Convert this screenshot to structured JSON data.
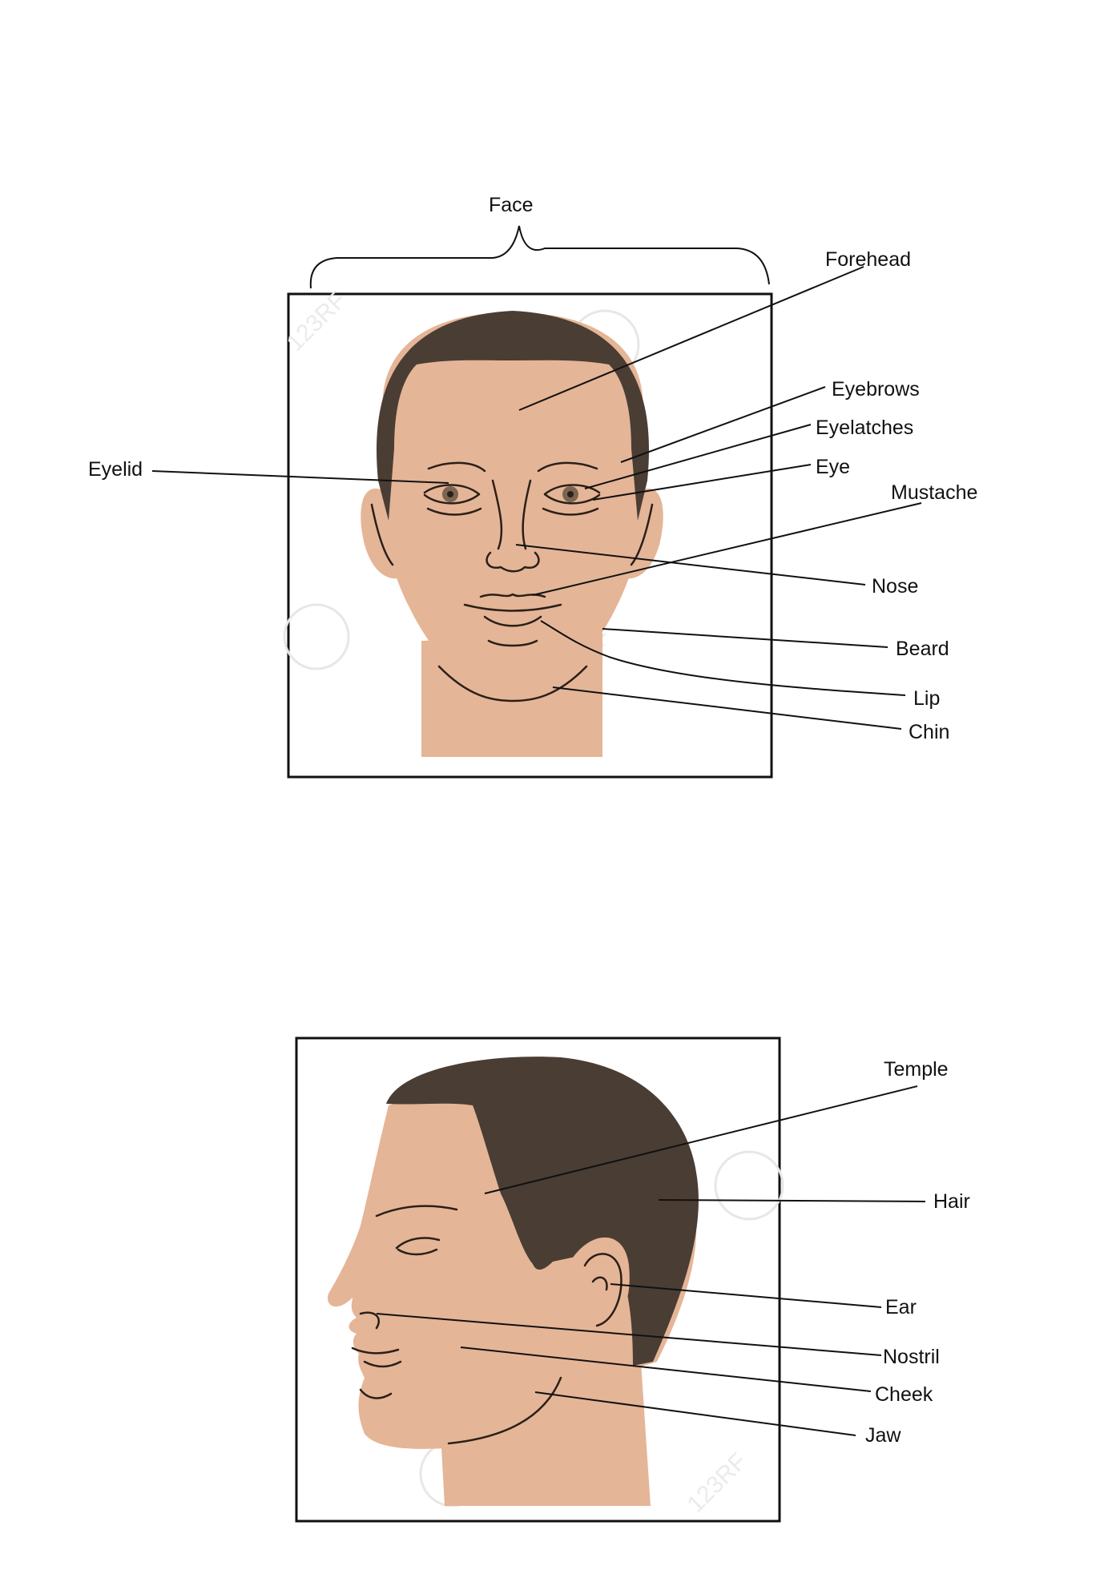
{
  "colors": {
    "skin": "#e5b597",
    "hair": "#4a3d34",
    "iris": "#7a6452",
    "ink": "#2a2018",
    "watermark": "#e9e9e9"
  },
  "front_view": {
    "title": "Face",
    "labels": {
      "forehead": "Forehead",
      "eyebrows": "Eyebrows",
      "eyelatches": "Eyelatches",
      "eye": "Eye",
      "eyelid": "Eyelid",
      "mustache": "Mustache",
      "nose": "Nose",
      "beard": "Beard",
      "lip": "Lip",
      "chin": "Chin"
    }
  },
  "side_view": {
    "labels": {
      "temple": "Temple",
      "hair": "Hair",
      "ear": "Ear",
      "nostril": "Nostril",
      "cheek": "Cheek",
      "jaw": "Jaw"
    }
  },
  "watermark_text": "123RF"
}
